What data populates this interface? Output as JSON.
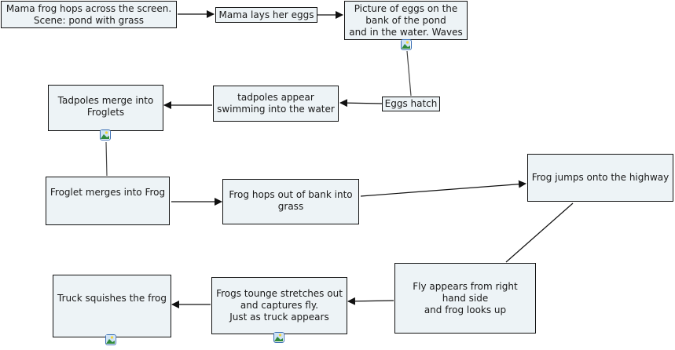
{
  "diagram": {
    "type": "concept-map",
    "colors": {
      "node_fill": "#edf3f6",
      "node_border": "#111111",
      "line": "#111111",
      "icon_border": "#3a6fb5"
    },
    "nodes": [
      {
        "id": "n1",
        "text": "Mama frog hops across the screen.\nScene: pond with grass",
        "has_image": false
      },
      {
        "id": "n2",
        "text": "Mama lays her eggs",
        "has_image": false
      },
      {
        "id": "n3",
        "text": "Picture of eggs on the\nbank of the pond\nand in the water. Waves",
        "has_image": true
      },
      {
        "id": "n4",
        "text": "Eggs hatch",
        "has_image": false
      },
      {
        "id": "n5",
        "text": "tadpoles appear\nswimming into the water",
        "has_image": false
      },
      {
        "id": "n6",
        "text": "Tadpoles merge into\nFroglets",
        "has_image": true
      },
      {
        "id": "n7",
        "text": "Froglet merges into Frog",
        "has_image": false
      },
      {
        "id": "n8",
        "text": "Frog hops out of bank into\ngrass",
        "has_image": false
      },
      {
        "id": "n9",
        "text": "Frog jumps onto the highway",
        "has_image": false
      },
      {
        "id": "n10",
        "text": "Fly appears from right\nhand side\nand frog looks up",
        "has_image": false
      },
      {
        "id": "n11",
        "text": "Frogs tounge stretches out\nand captures fly.\nJust as truck appears",
        "has_image": true
      },
      {
        "id": "n12",
        "text": "Truck squishes the frog",
        "has_image": true
      }
    ],
    "edges": [
      {
        "from": "n1",
        "to": "n2",
        "arrow": true
      },
      {
        "from": "n2",
        "to": "n3",
        "arrow": true
      },
      {
        "from": "n3",
        "to": "n4",
        "arrow": false
      },
      {
        "from": "n4",
        "to": "n5",
        "arrow": true
      },
      {
        "from": "n5",
        "to": "n6",
        "arrow": true
      },
      {
        "from": "n6",
        "to": "n7",
        "arrow": false
      },
      {
        "from": "n7",
        "to": "n8",
        "arrow": true
      },
      {
        "from": "n8",
        "to": "n9",
        "arrow": true
      },
      {
        "from": "n9",
        "to": "n10",
        "arrow": false
      },
      {
        "from": "n10",
        "to": "n11",
        "arrow": true
      },
      {
        "from": "n11",
        "to": "n12",
        "arrow": true
      }
    ],
    "image_icon": "image-attachment-icon"
  }
}
